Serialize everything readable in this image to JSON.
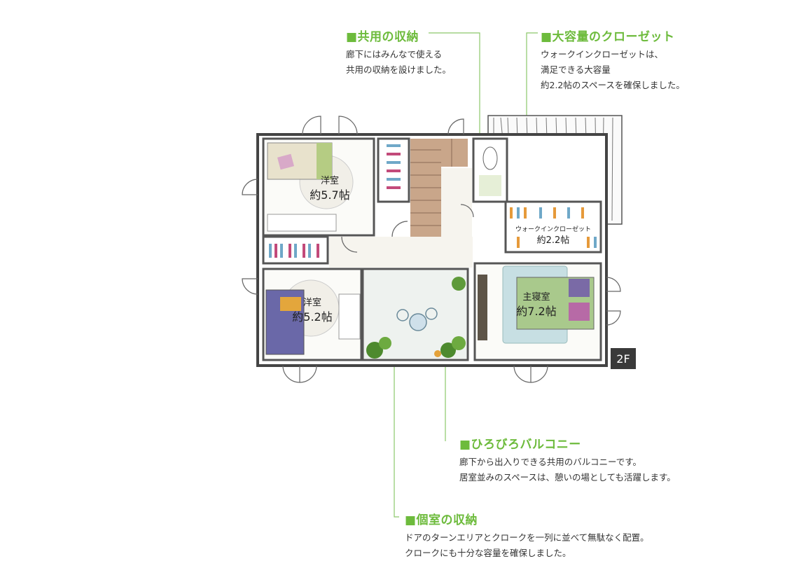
{
  "floor_badge": "2F",
  "colors": {
    "accent_green": "#6dbb3c",
    "wall": "#444444",
    "stair_brown": "#b8957a"
  },
  "rooms": {
    "west_top": {
      "name": "洋室",
      "size": "約5.7帖"
    },
    "west_bottom": {
      "name": "洋室",
      "size": "約5.2帖"
    },
    "master": {
      "name": "主寝室",
      "size": "約7.2帖"
    },
    "walkin": {
      "name": "ウォークインクローゼット",
      "size": "約2.2帖"
    }
  },
  "callouts": {
    "shared_storage": {
      "title": "■共用の収納",
      "lines": [
        "廊下にはみんなで使える",
        "共用の収納を設けました。"
      ]
    },
    "large_closet": {
      "title": "■大容量のクローゼット",
      "lines": [
        "ウォークインクローゼットは、",
        "満足できる大容量",
        "約2.2帖のスペースを確保しました。"
      ]
    },
    "balcony": {
      "title": "■ひろびろバルコニー",
      "lines": [
        "廊下から出入りできる共用のバルコニーです。",
        "居室並みのスペースは、憩いの場としても活躍します。"
      ]
    },
    "private_storage": {
      "title": "■個室の収納",
      "lines": [
        "ドアのターンエリアとクロークを一列に並べて無駄なく配置。",
        "クロークにも十分な容量を確保しました。"
      ]
    }
  }
}
